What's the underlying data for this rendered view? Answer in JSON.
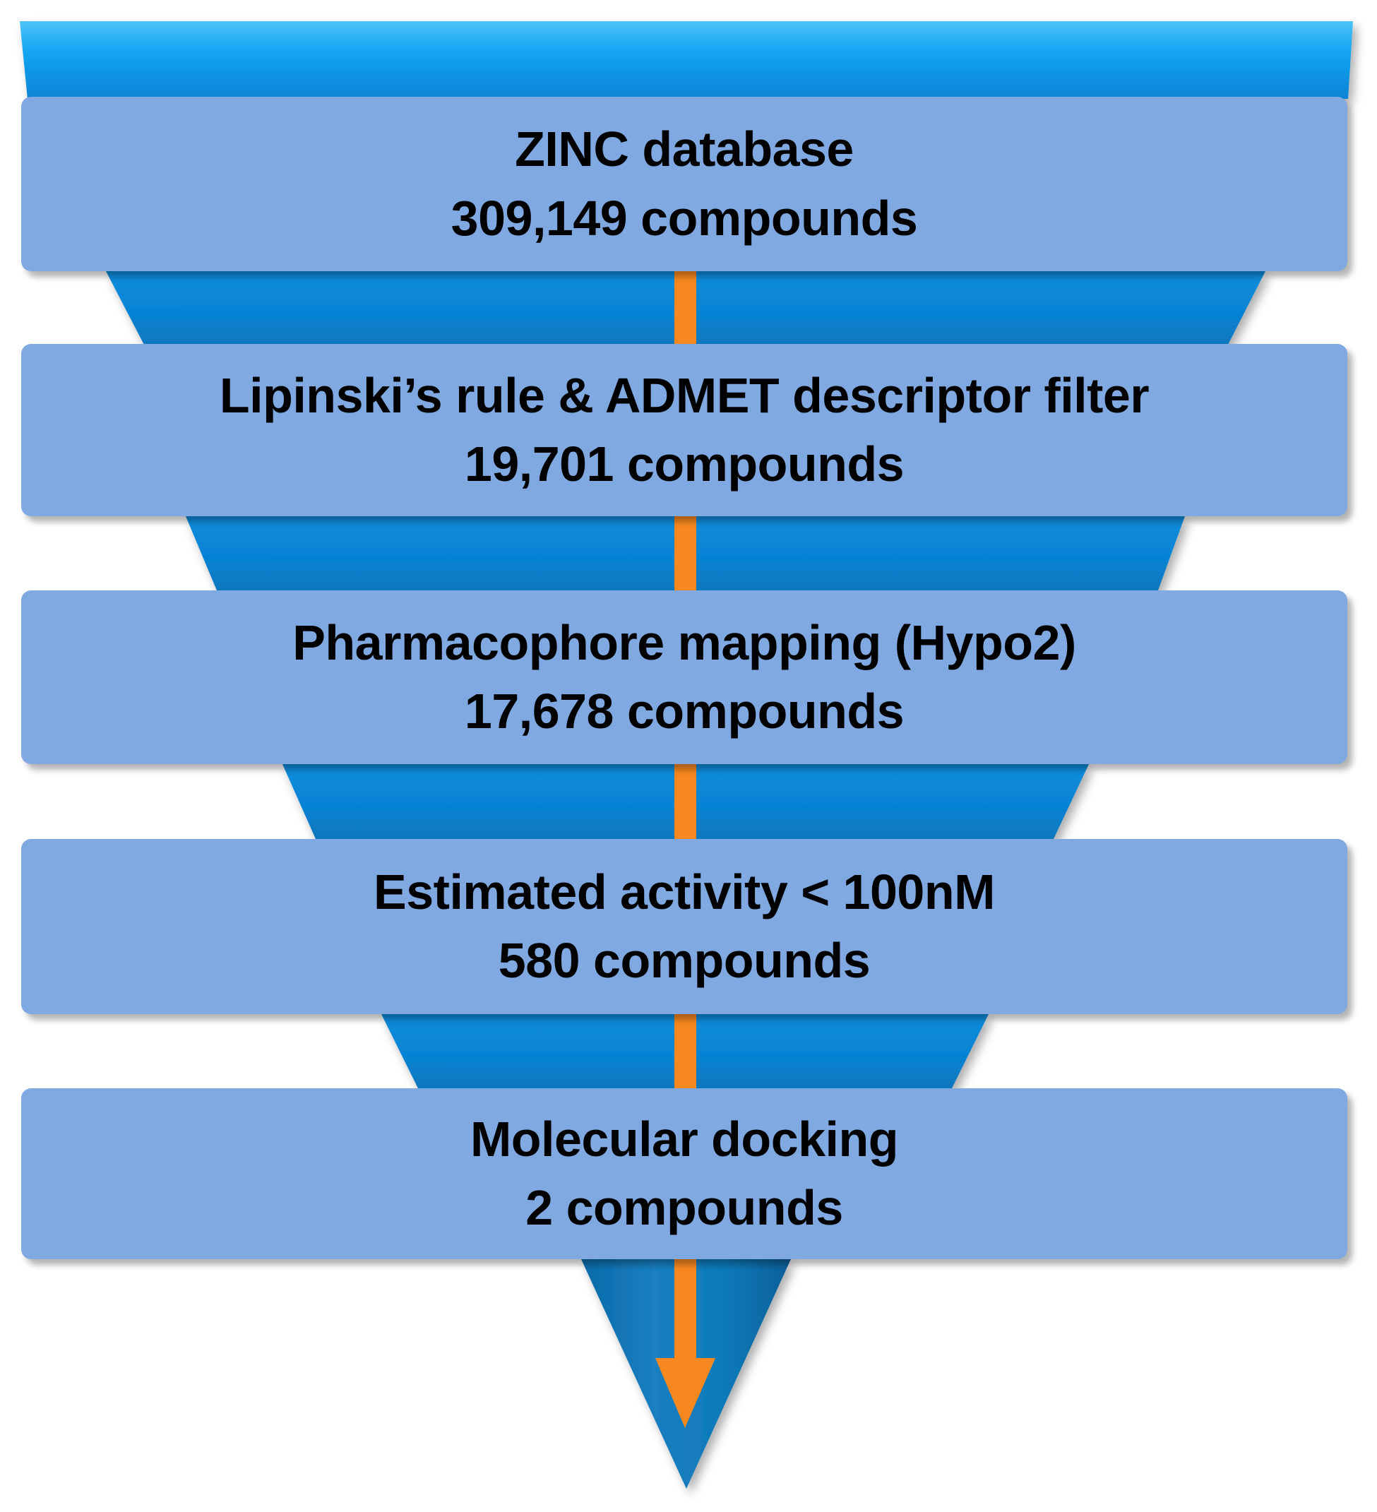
{
  "diagram": {
    "type": "virtual-screening-funnel",
    "title": "Virtual screening workflow funnel",
    "colors": {
      "bar_fill": "#7fa9e0",
      "funnel_body": "#0683d4",
      "funnel_top_highlight": "#4ec3f7",
      "funnel_edge_dark": "#0a6fb4",
      "arrow": "#f7881f",
      "text": "#000000",
      "background": "#ffffff"
    },
    "arrow": {
      "name": "downward-flow-arrow",
      "color": "#f7881f",
      "direction": "down"
    },
    "stages": [
      {
        "id": "zinc-database",
        "title": "ZINC database",
        "count": "309,149 compounds",
        "value": 309149
      },
      {
        "id": "lipinski-admet-filter",
        "title": "Lipinski’s rule & ADMET descriptor filter",
        "count": "19,701 compounds",
        "value": 19701
      },
      {
        "id": "pharmacophore-mapping",
        "title": "Pharmacophore mapping (Hypo2)",
        "count": "17,678 compounds",
        "value": 17678
      },
      {
        "id": "estimated-activity",
        "title": "Estimated activity < 100nM",
        "count": "580 compounds",
        "value": 580
      },
      {
        "id": "molecular-docking",
        "title": "Molecular docking",
        "count": "2 compounds",
        "value": 2
      }
    ]
  }
}
